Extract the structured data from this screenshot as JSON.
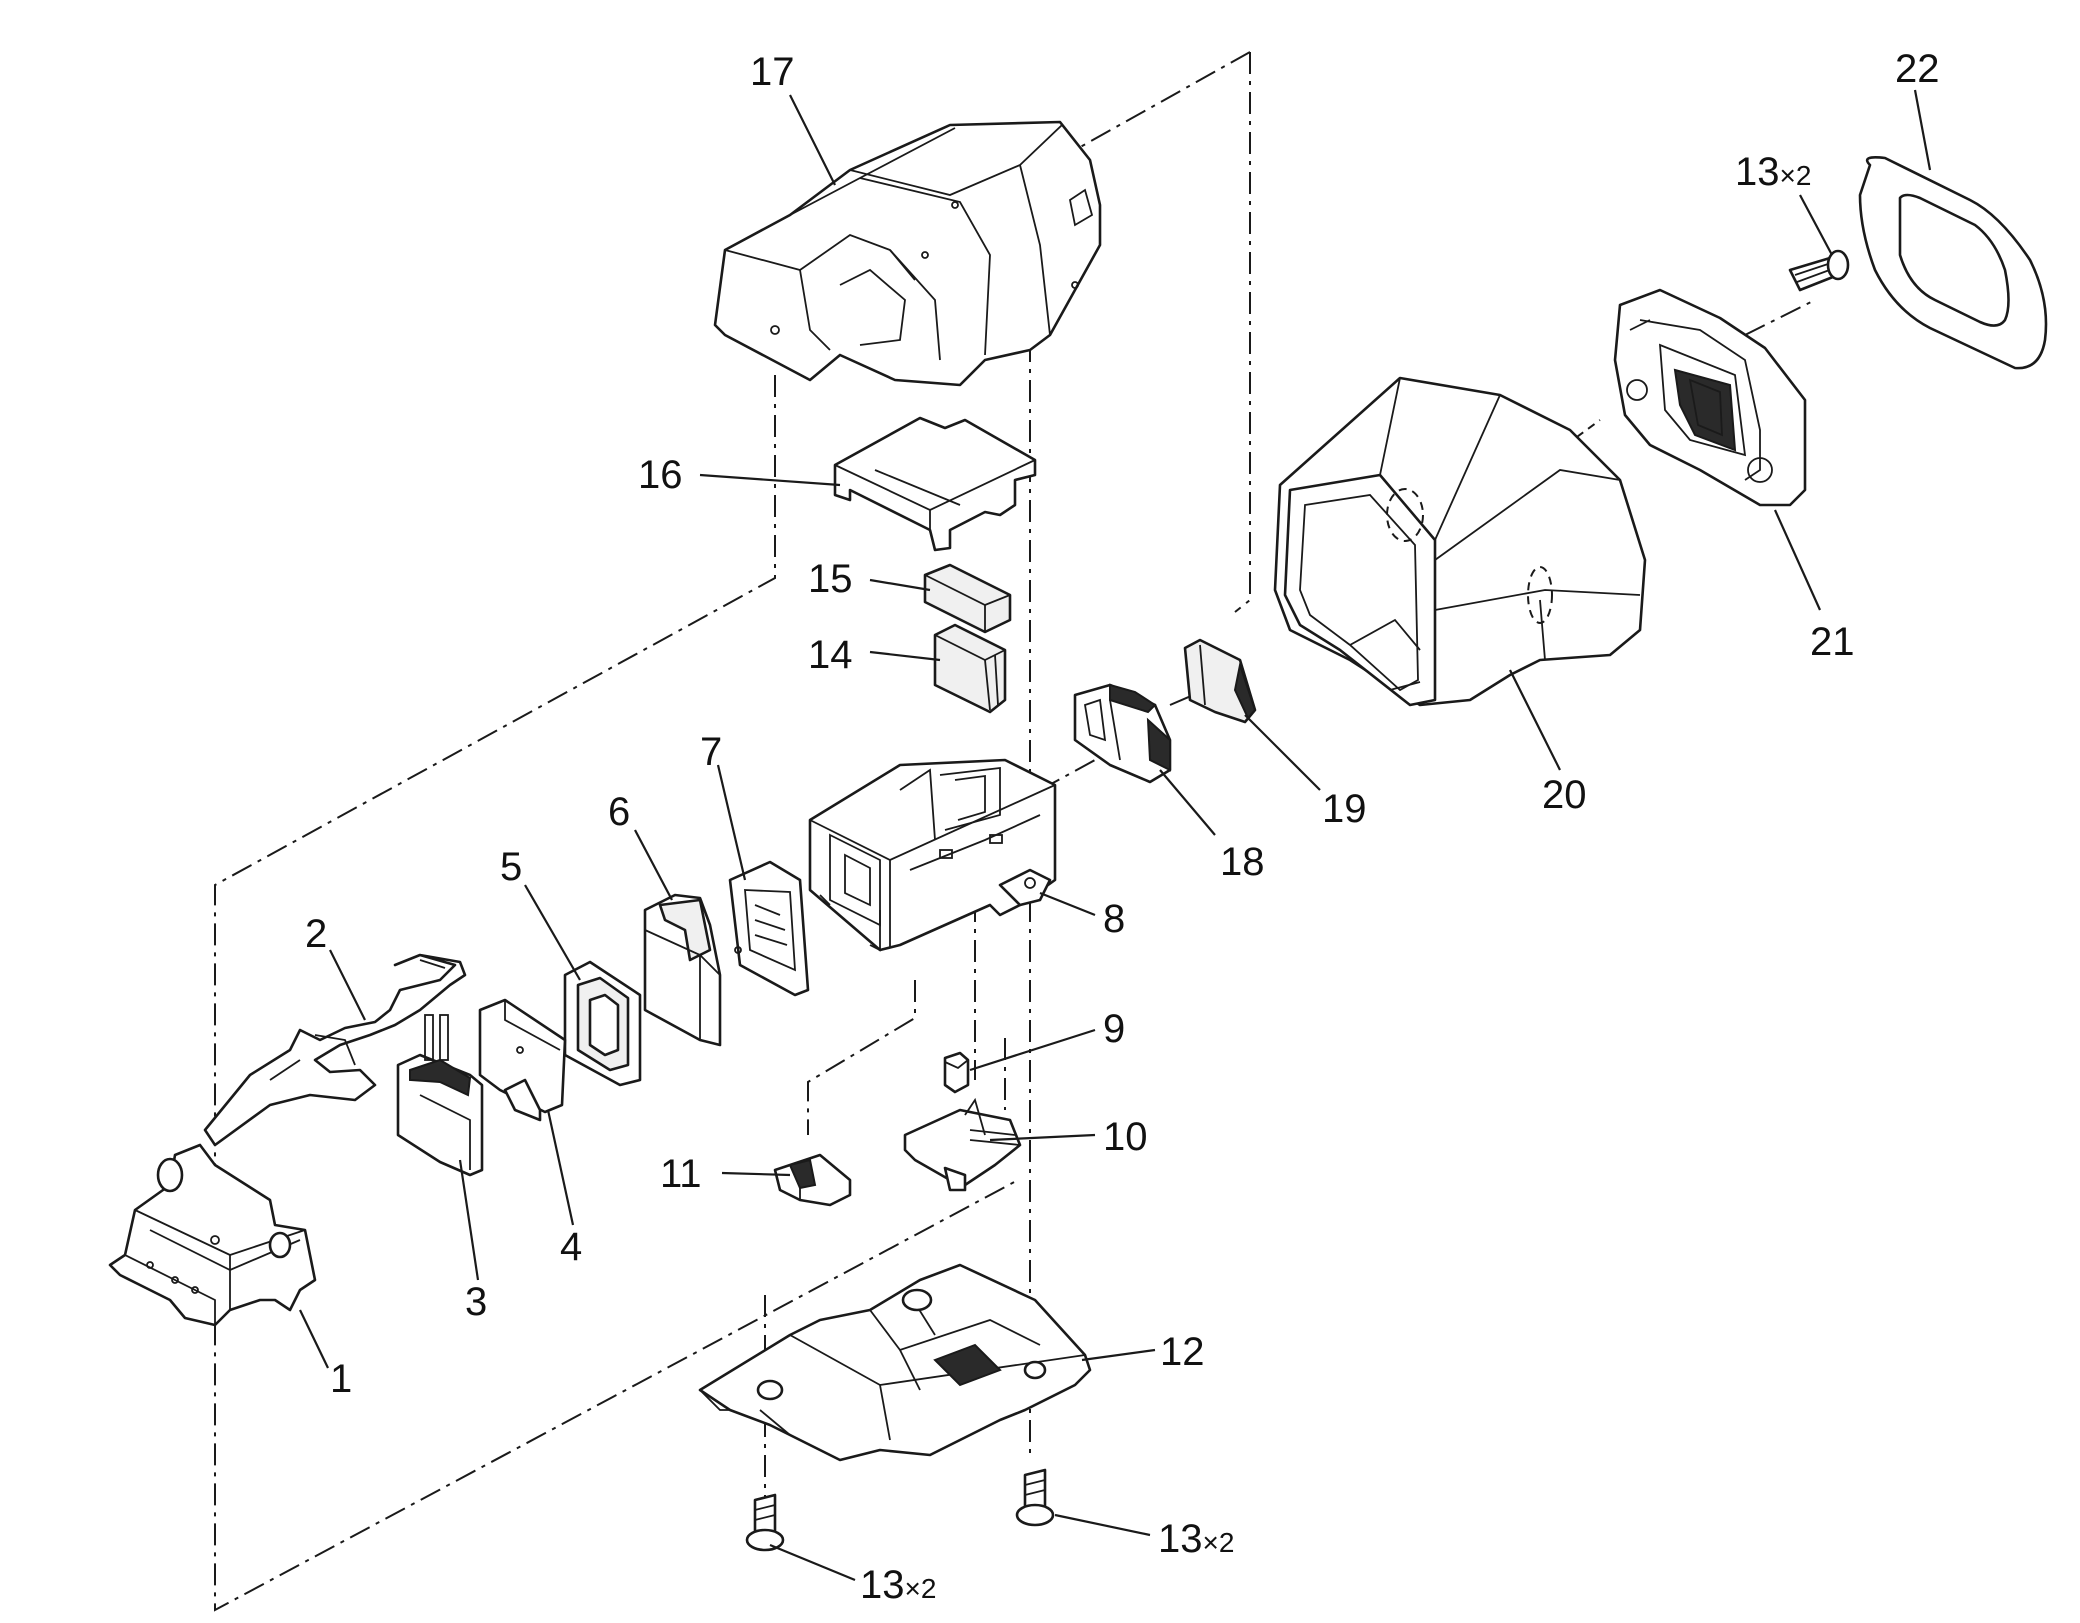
{
  "labels": {
    "p1": "1",
    "p2": "2",
    "p3": "3",
    "p4": "4",
    "p5": "5",
    "p6": "6",
    "p7": "7",
    "p8": "8",
    "p9": "9",
    "p10": "10",
    "p11": "11",
    "p12": "12",
    "p13_top": "13",
    "p13_top_mult": "×2",
    "p13_mid": "13",
    "p13_mid_mult": "×2",
    "p13_bot": "13",
    "p13_bot_mult": "×2",
    "p14": "14",
    "p15": "15",
    "p16": "16",
    "p17": "17",
    "p18": "18",
    "p19": "19",
    "p20": "20",
    "p21": "21",
    "p22": "22"
  }
}
